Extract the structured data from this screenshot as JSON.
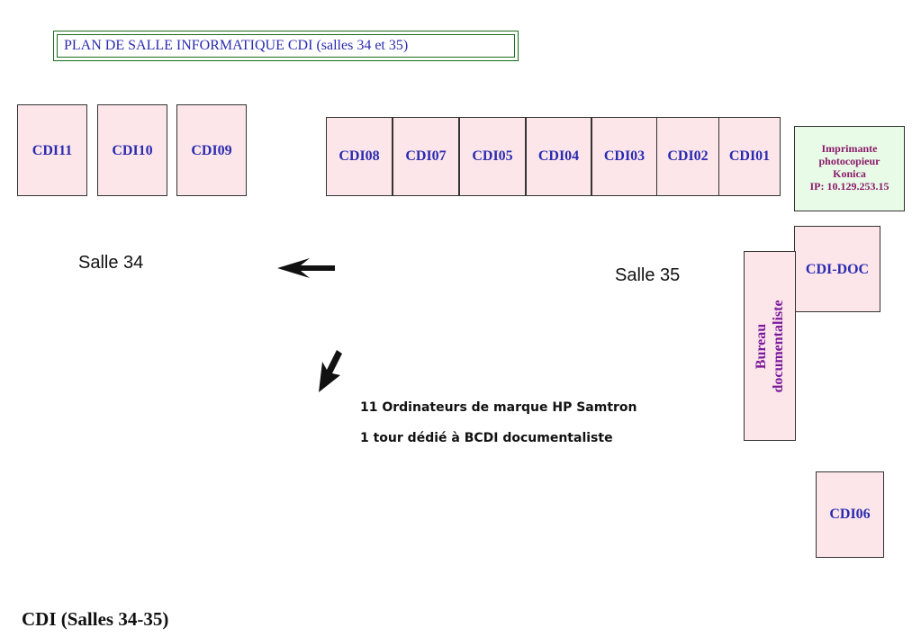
{
  "title": "PLAN DE SALLE INFORMATIQUE  CDI (salles 34 et 35)",
  "salle34_computers": [
    "CDI11",
    "CDI10",
    "CDI09"
  ],
  "salle35_computers": [
    "CDI08",
    "CDI07",
    "CDI05",
    "CDI04",
    "CDI03",
    "CDI02",
    "CDI01"
  ],
  "printer": {
    "line1": "Imprimante",
    "line2": "photocopieur",
    "line3": "Konica",
    "line4": "IP:  10.129.253.15"
  },
  "cdi_doc": "CDI-DOC",
  "bureau": {
    "line1": "Bureau",
    "line2": "documentaliste"
  },
  "cdi06": "CDI06",
  "salle34_label": "Salle 34",
  "salle35_label": "Salle 35",
  "notes": {
    "line1": "11 Ordinateurs de marque HP Samtron",
    "line2": "1 tour dédié à BCDI documentaliste"
  },
  "footer": "CDI (Salles 34-35)",
  "colors": {
    "computer_fill": "#fde6ea",
    "printer_fill": "#e8fbe6",
    "label_blue": "#2b2bb0",
    "printer_text": "#8b1a6b",
    "title_border": "#1a6b1a"
  }
}
